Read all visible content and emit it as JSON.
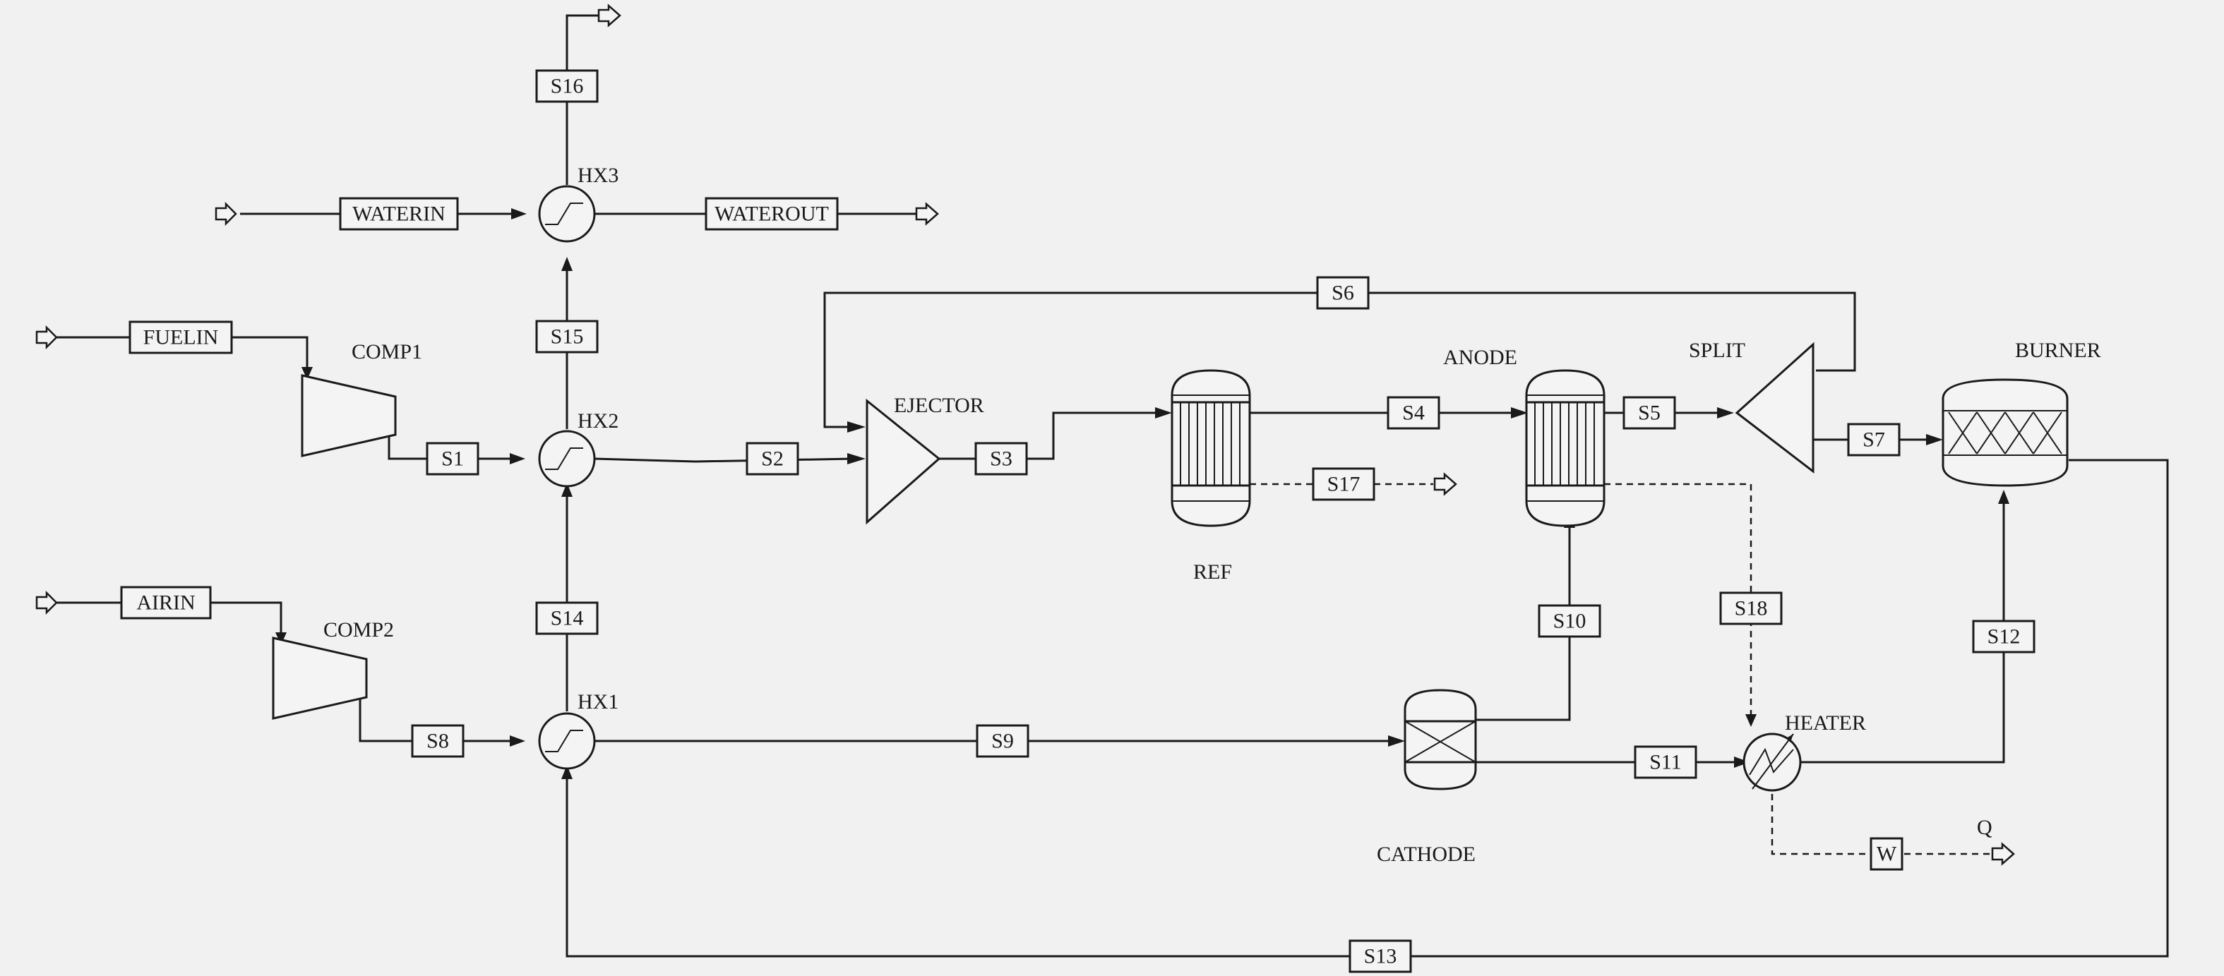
{
  "streams": {
    "S1": "S1",
    "S2": "S2",
    "S3": "S3",
    "S4": "S4",
    "S5": "S5",
    "S6": "S6",
    "S7": "S7",
    "S8": "S8",
    "S9": "S9",
    "S10": "S10",
    "S11": "S11",
    "S12": "S12",
    "S13": "S13",
    "S14": "S14",
    "S15": "S15",
    "S16": "S16",
    "S17": "S17",
    "S18": "S18",
    "FUELIN": "FUELIN",
    "AIRIN": "AIRIN",
    "WATERIN": "WATERIN",
    "WATEROUT": "WATEROUT",
    "W": "W"
  },
  "units": {
    "COMP1": "COMP1",
    "COMP2": "COMP2",
    "HX1": "HX1",
    "HX2": "HX2",
    "HX3": "HX3",
    "EJECTOR": "EJECTOR",
    "REF": "REF",
    "ANODE": "ANODE",
    "SPLIT": "SPLIT",
    "BURNER": "BURNER",
    "CATHODE": "CATHODE",
    "HEATER": "HEATER",
    "Q": "Q"
  },
  "colors": {
    "line": "#1a1a1a",
    "background": "#f1f1f1",
    "fill": "#f4f4f4"
  }
}
